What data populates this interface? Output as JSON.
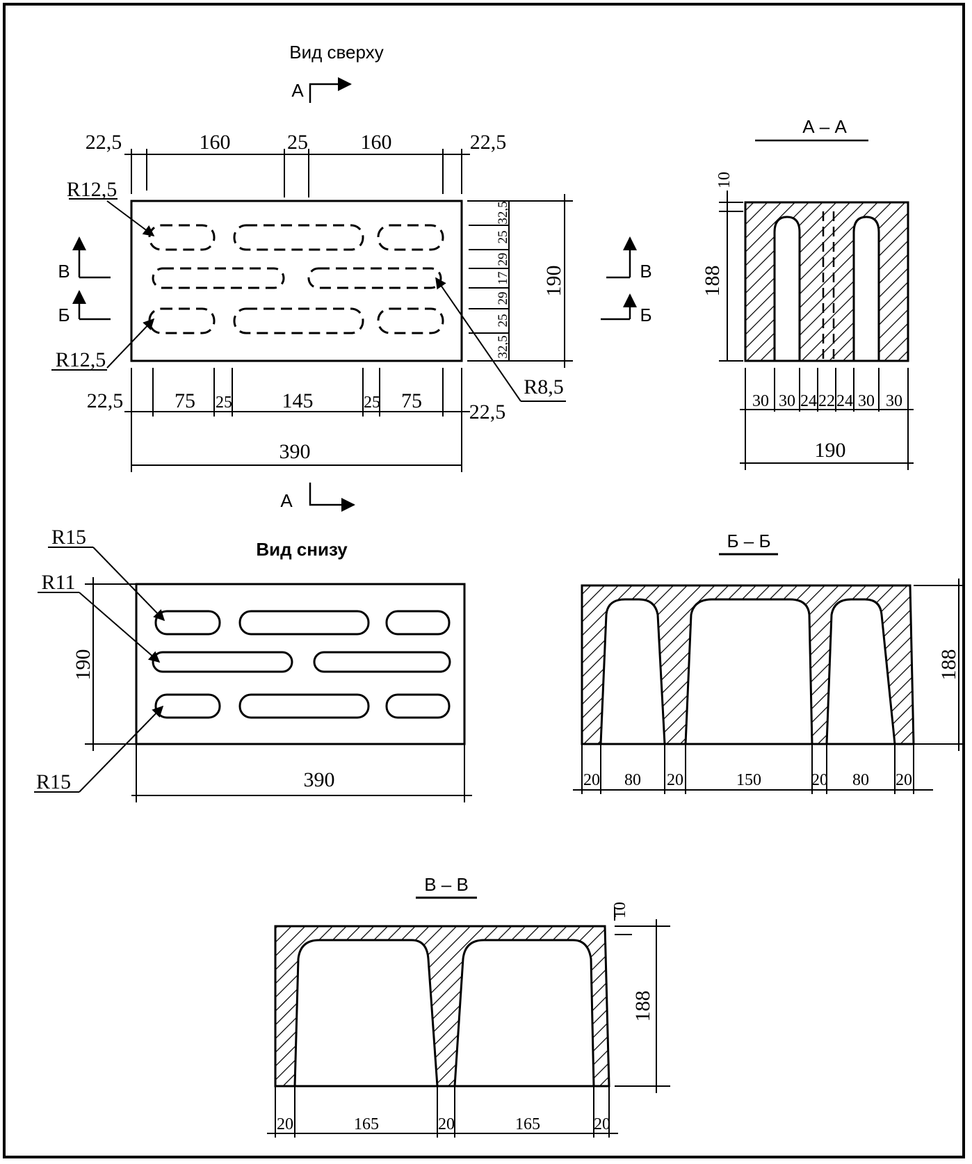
{
  "views": {
    "top_title": "Вид сверху",
    "bottom_title": "Вид снизу",
    "section_aa": "А – А",
    "section_bb": "Б – Б",
    "section_vv": "В – В"
  },
  "cut_marks": {
    "a": "А",
    "b": "Б",
    "v": "В"
  },
  "top_view": {
    "top_dims": [
      "22,5",
      "160",
      "25",
      "160",
      "22,5"
    ],
    "bottom_dims": [
      "22,5",
      "75",
      "25",
      "145",
      "25",
      "75",
      "22,5"
    ],
    "total_length": "390",
    "height": "190",
    "right_dims": [
      "32,5",
      "25",
      "29",
      "17",
      "29",
      "25",
      "32,5"
    ],
    "radius_outer_top": "R12,5",
    "radius_outer_bottom": "R12,5",
    "radius_mid": "R8,5"
  },
  "bottom_view": {
    "height": "190",
    "length": "390",
    "radius_top": "R15",
    "radius_mid": "R11",
    "radius_bottom": "R15"
  },
  "section_aa": {
    "top_thickness": "10",
    "height": "188",
    "dims": [
      "30",
      "30",
      "24",
      "22",
      "24",
      "30",
      "30"
    ],
    "width": "190"
  },
  "section_bb": {
    "height": "188",
    "dims": [
      "20",
      "80",
      "20",
      "150",
      "20",
      "80",
      "20"
    ]
  },
  "section_vv": {
    "top_thickness": "10",
    "height": "188",
    "dims": [
      "20",
      "165",
      "20",
      "165",
      "20"
    ]
  }
}
